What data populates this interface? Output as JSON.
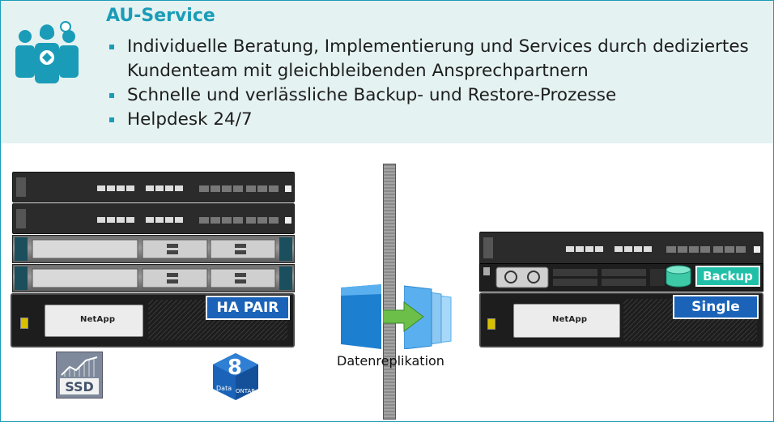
{
  "header": {
    "title": "AU-Service",
    "bullets": [
      "Individuelle Beratung, Implementierung und Services durch dediziertes Kundenteam mit gleichbleibenden Ansprechpartnern",
      "Schnelle und verlässliche Backup- und Restore-Prozesse",
      "Helpdesk 24/7"
    ]
  },
  "left_rack": {
    "netapp_logo": "NetApp",
    "ha_label": "HA PAIR",
    "ssd_label": "SSD",
    "ontap_badge": {
      "number": "8",
      "text_left": "Data",
      "text_right": "ONTAP"
    }
  },
  "replication": {
    "label": "Datenreplikation"
  },
  "right_rack": {
    "netapp_logo": "NetApp",
    "backup_label": "Backup",
    "single_label": "Single"
  },
  "colors": {
    "accent": "#1a9cb8",
    "header_bg": "#e4f2f1",
    "label_blue": "#1a63b8",
    "backup_teal": "#20c0a8"
  }
}
